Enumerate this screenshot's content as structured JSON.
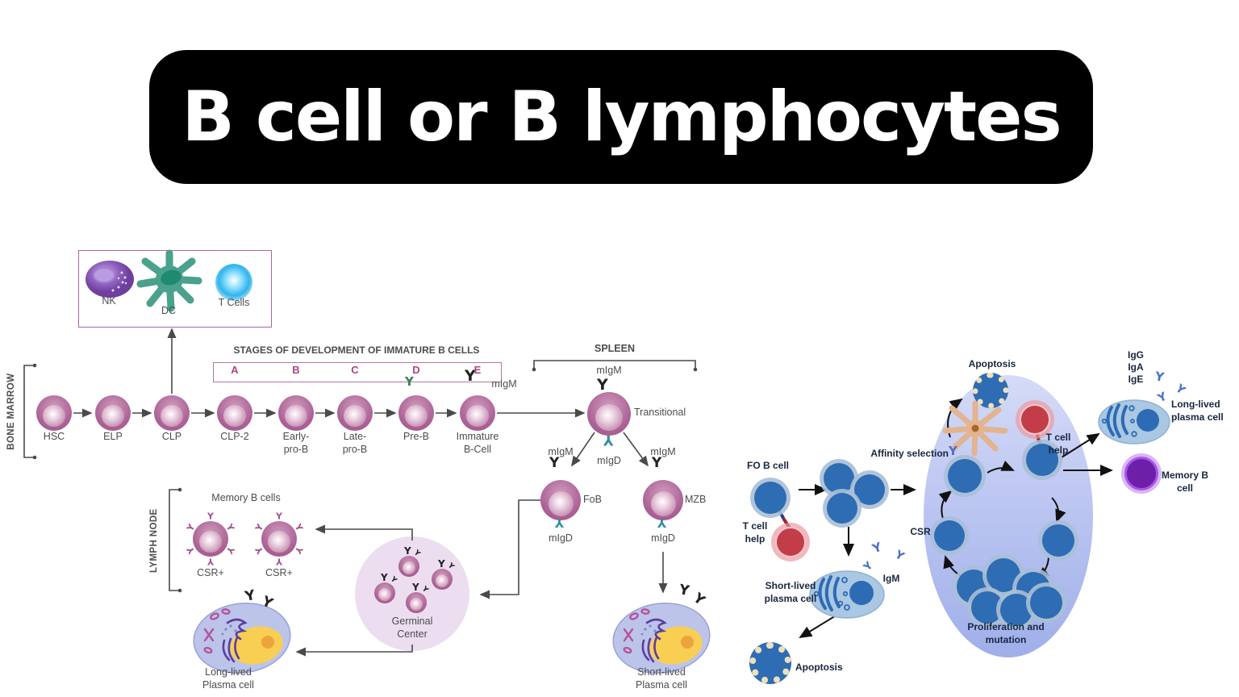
{
  "title": "B cell or B lymphocytes",
  "colors": {
    "banner_bg": "#000000",
    "banner_text": "#ffffff",
    "pink_cell": "#ad6397",
    "pink_accent": "#a6518c",
    "stage_letter": "#b0437f",
    "line_gray": "#4a4a4a",
    "blue_cell": "#2e6cb4",
    "red_cell": "#c23d47",
    "teal_receptor": "#2e8fa0",
    "green_receptor": "#3e7d57",
    "antibody_blue": "#4a72c8",
    "oval_top": "#d5dbf7",
    "oval_bottom": "#9fafe9",
    "memory_purple": "#6d1fa8",
    "germinal_bg": "#ecdef0"
  },
  "left": {
    "bone_marrow": "BONE MARROW",
    "lymph_node": "LYMPH NODE",
    "box": {
      "nk": "NK",
      "dc": "DC",
      "t": "T Cells"
    },
    "stages_header": "STAGES OF DEVELOPMENT OF IMMATURE B CELLS",
    "stages": [
      "A",
      "B",
      "C",
      "D",
      "E"
    ],
    "cells": [
      "HSC",
      "ELP",
      "CLP",
      "CLP-2",
      "Early-\npro-B",
      "Late-\npro-B",
      "Pre-B",
      "Immature\nB-Cell"
    ],
    "migm": "mIgM",
    "migd": "mIgD",
    "spleen": "SPLEEN",
    "transitional": "Transitional",
    "fob": "FoB",
    "mzb": "MZB",
    "memory_b": "Memory B cells",
    "csr_plus": "CSR+",
    "germinal": "Germinal\nCenter",
    "long_lived": "Long-lived\nPlasma cell",
    "short_lived": "Short-lived\nPlasma cell"
  },
  "right": {
    "fo_b": "FO B cell",
    "t_cell_help": "T cell\nhelp",
    "igm": "IgM",
    "short_lived": "Short-lived\nplasma cell",
    "apoptosis": "Apoptosis",
    "affinity": "Affinity selection",
    "csr": "CSR",
    "proliferation": "Proliferation and\nmutation",
    "igg": "IgG",
    "iga": "IgA",
    "ige": "IgE",
    "long_lived": "Long-lived\nplasma cell",
    "memory_b": "Memory B\ncell"
  }
}
